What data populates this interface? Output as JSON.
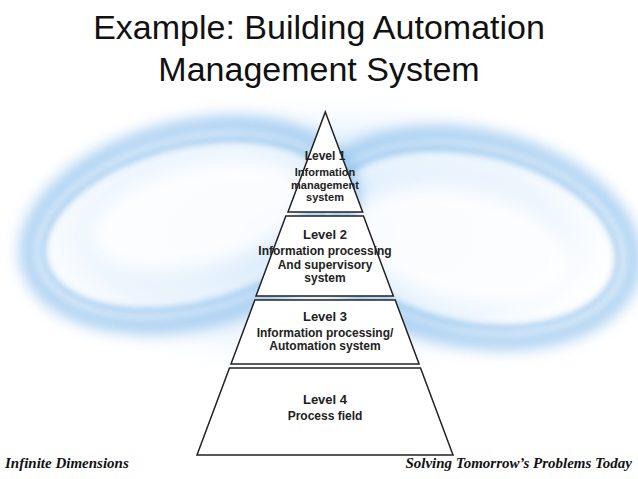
{
  "diagram": {
    "title": "Example: Building Automation Management System",
    "nodes": [
      {
        "text": [
          "Level 1",
          "Information management system"
        ]
      },
      {
        "text": [
          "Level 2",
          "Information processing And supervisory system"
        ]
      },
      {
        "text": [
          "Level 3",
          "Information processing/ Automation system"
        ]
      },
      {
        "text": [
          "Level 4",
          "Process field"
        ]
      }
    ],
    "labels": [
      "Infinite Dimensions",
      "Solving Tomorrow’s Problems Today"
    ]
  }
}
